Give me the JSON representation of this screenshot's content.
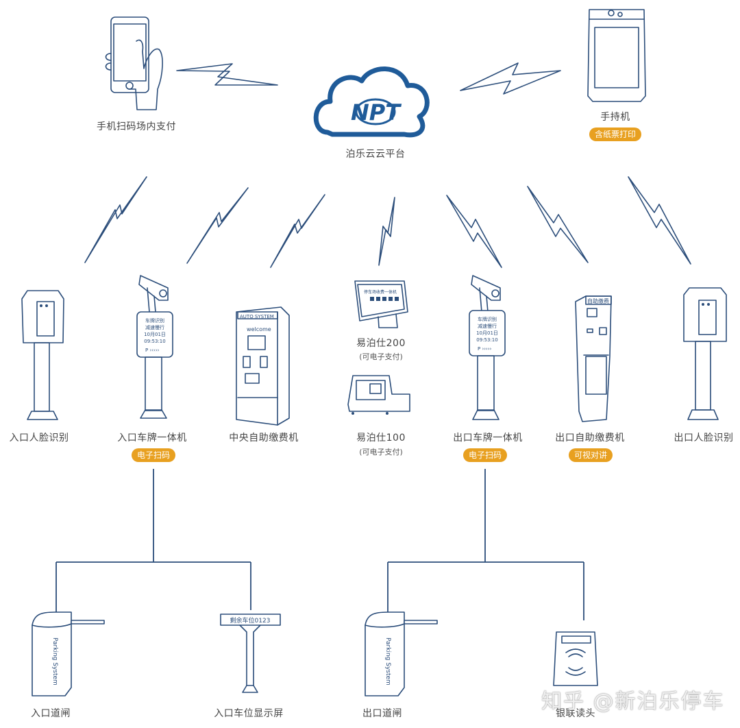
{
  "cloud": {
    "logo_text": "NPT",
    "label": "泊乐云云平台",
    "brand_color": "#1f5b99"
  },
  "top_devices": [
    {
      "id": "phone",
      "label": "手机扫码场内支付"
    },
    {
      "id": "handheld",
      "label": "手持机",
      "badge": "含纸票打印"
    }
  ],
  "middle_devices": [
    {
      "id": "entry-face",
      "label": "入口人脸识别"
    },
    {
      "id": "entry-lpr",
      "label": "入口车牌一体机",
      "badge": "电子扫码",
      "screen_lines": [
        "车牌识别",
        "减速慢行",
        "10月01日",
        "09:53:10"
      ]
    },
    {
      "id": "central-kiosk",
      "label": "中央自助缴费机",
      "screen_header": "AUTO SYSTEM",
      "screen_text": "welcome"
    },
    {
      "id": "ybs200",
      "label": "易泊仕200",
      "sublabel": "(可电子支付)",
      "screen_text": "停车场收费一体机"
    },
    {
      "id": "ybs100",
      "label": "易泊仕100",
      "sublabel": "(可电子支付)"
    },
    {
      "id": "exit-lpr",
      "label": "出口车牌一体机",
      "badge": "电子扫码",
      "screen_lines": [
        "车牌识别",
        "减速慢行",
        "10月01日",
        "09:53:10"
      ]
    },
    {
      "id": "exit-kiosk",
      "label": "出口自助缴费机",
      "badge": "可视对讲",
      "screen_header": "自助缴费"
    },
    {
      "id": "exit-face",
      "label": "出口人脸识别"
    }
  ],
  "bottom_devices": [
    {
      "id": "entry-barrier",
      "label": "入口道闸",
      "body_text": "Parking System"
    },
    {
      "id": "entry-display",
      "label": "入口车位显示屏",
      "screen_text": "剩余车位0123"
    },
    {
      "id": "exit-barrier",
      "label": "出口道闸",
      "body_text": "Parking System"
    },
    {
      "id": "unionpay-reader",
      "label": "银联读头"
    }
  ],
  "colors": {
    "line": "#2b4d7a",
    "badge": "#e8a020"
  },
  "watermark": "知乎 @新泊乐停车"
}
